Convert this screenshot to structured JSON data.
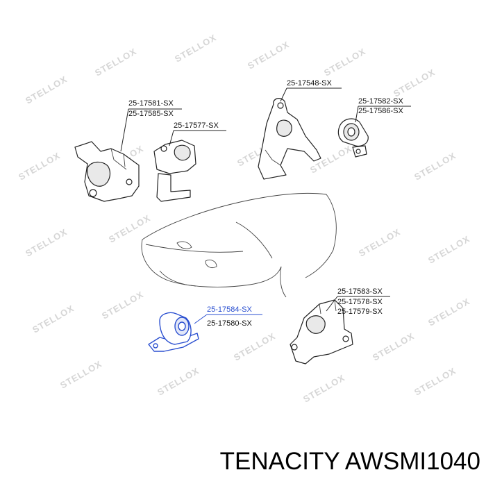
{
  "watermark": {
    "text": "STELLOX"
  },
  "parts": {
    "group1": [
      "25-17581-SX",
      "25-17585-SX"
    ],
    "group2": [
      "25-17577-SX"
    ],
    "group3": [
      "25-17548-SX"
    ],
    "group4": [
      "25-17582-SX",
      "25-17586-SX"
    ],
    "group5": [
      "25-17583-SX",
      "25-17578-SX",
      "25-17579-SX"
    ],
    "group6": [
      "25-17584-SX",
      "25-17580-SX"
    ]
  },
  "highlight_color": "#2a4fd0",
  "caption": "TENACITY AWSMI1040"
}
